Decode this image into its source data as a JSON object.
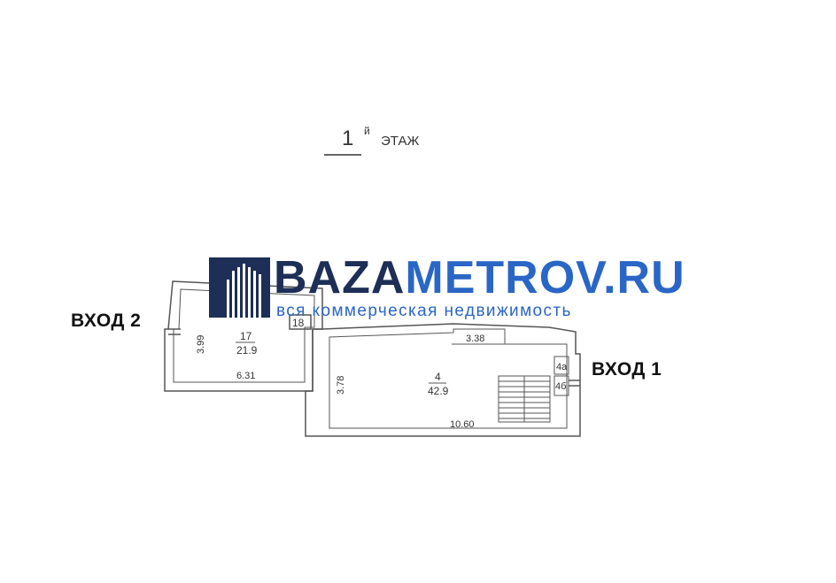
{
  "floor": {
    "number": "1",
    "suffix": "й",
    "label": "ЭТАЖ"
  },
  "entrances": {
    "left": "ВХОД 2",
    "right": "ВХОД 1"
  },
  "logo": {
    "part1": "BAZA",
    "part2": "METROV.RU",
    "tagline": "вся коммерческая недвижимость",
    "color_dark": "#1d2e57",
    "color_accent": "#2a66c6"
  },
  "rooms": {
    "room17": {
      "number": "17",
      "area": "21.9"
    },
    "room4": {
      "number": "4",
      "area": "42.9"
    },
    "room18": {
      "number": "18"
    },
    "room4a": {
      "number": "4а"
    },
    "room4b": {
      "number": "4б"
    }
  },
  "dimensions": {
    "room17_height": "3.99",
    "room17_width": "6.31",
    "room4_height": "3.78",
    "room4_width": "10.60",
    "corridor_width": "3.38"
  },
  "colors": {
    "plan_line": "#555555",
    "entry_text": "#111111"
  }
}
